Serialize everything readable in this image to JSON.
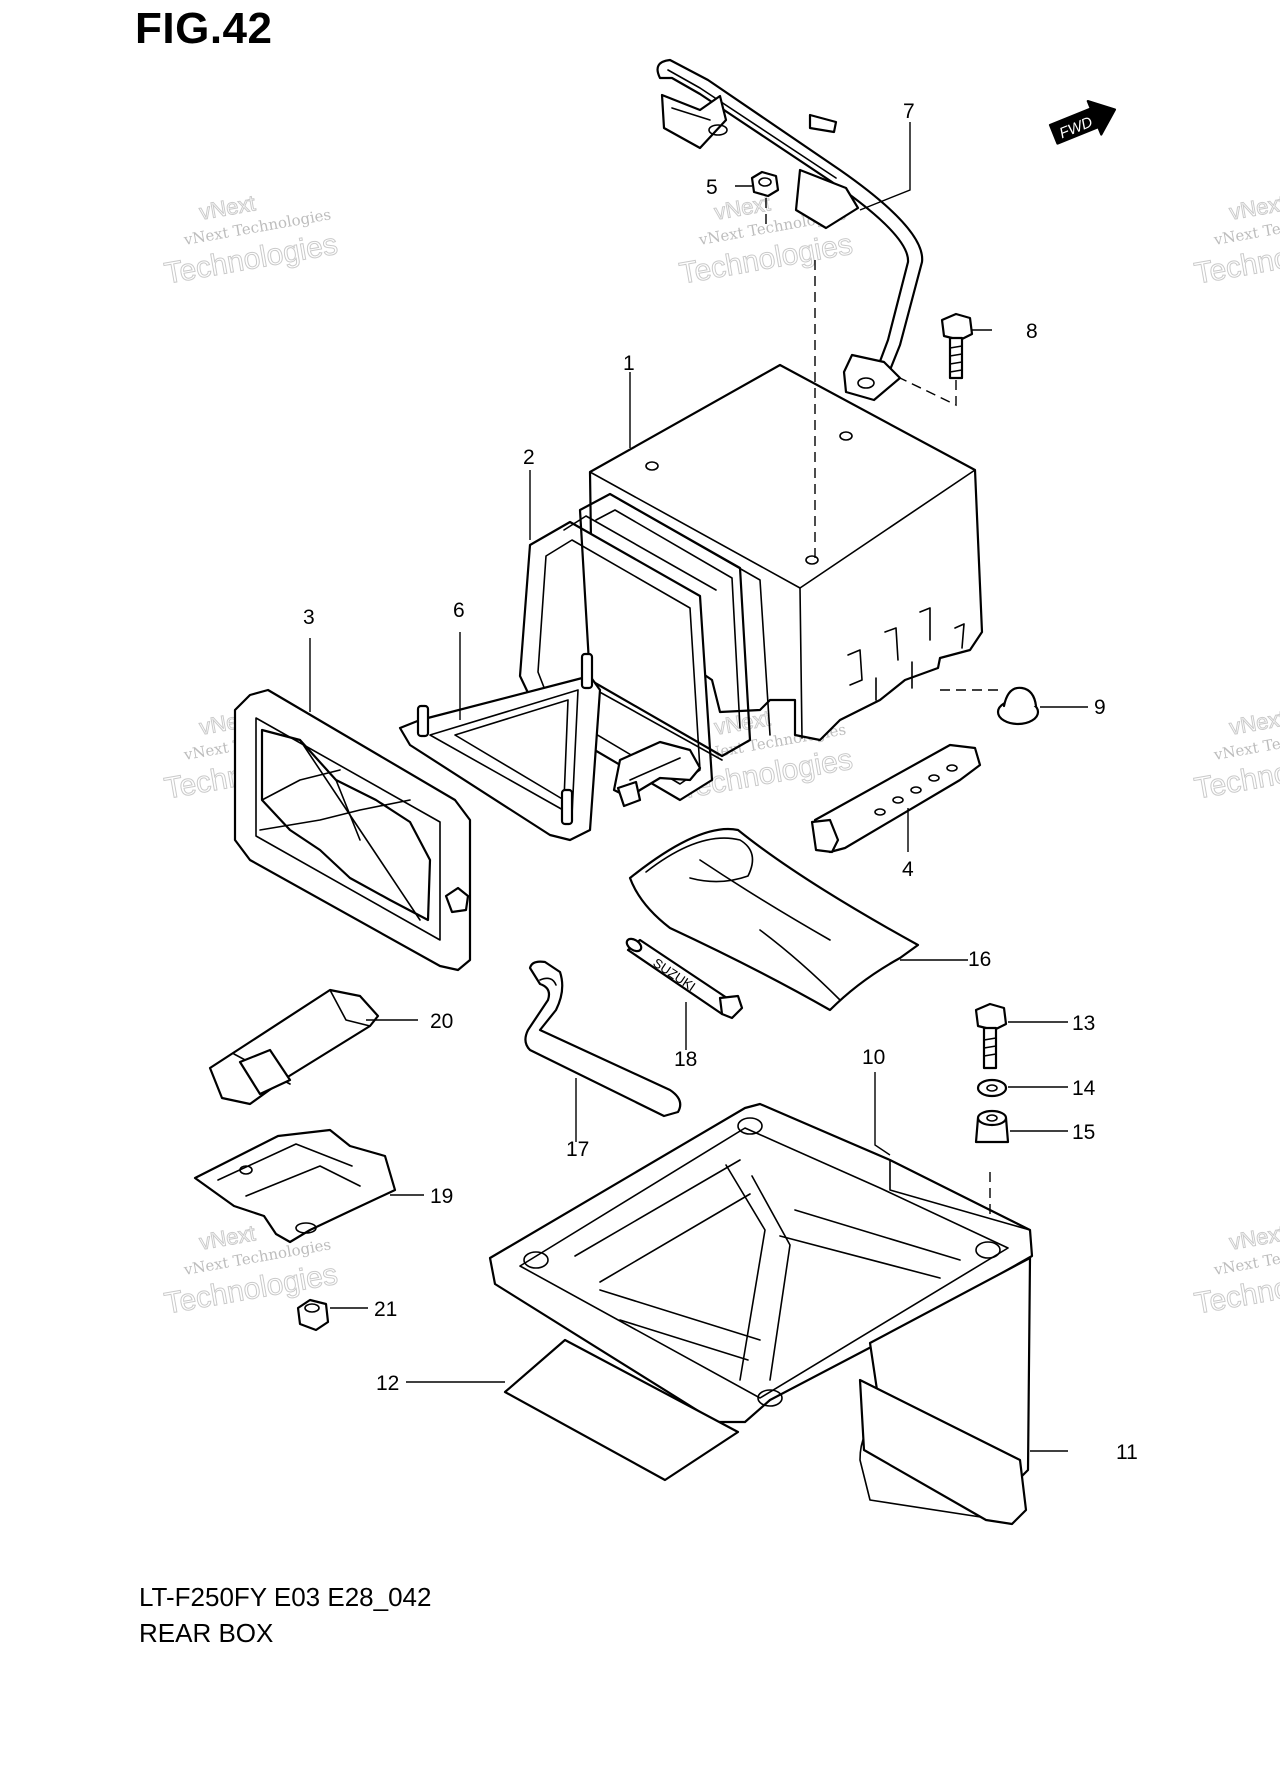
{
  "figure": {
    "title": "FIG.42",
    "model": "LT-F250FY E03 E28_042",
    "name": "REAR BOX"
  },
  "fwd_badge": "FWD",
  "watermark": {
    "line1": "vNext Technologies",
    "line2": "Technologies",
    "line3": "vNext"
  },
  "callouts": [
    {
      "id": "1",
      "label": "1"
    },
    {
      "id": "2",
      "label": "2"
    },
    {
      "id": "3",
      "label": "3"
    },
    {
      "id": "4",
      "label": "4"
    },
    {
      "id": "5",
      "label": "5"
    },
    {
      "id": "6",
      "label": "6"
    },
    {
      "id": "7",
      "label": "7"
    },
    {
      "id": "8",
      "label": "8"
    },
    {
      "id": "9",
      "label": "9"
    },
    {
      "id": "10",
      "label": "10"
    },
    {
      "id": "11",
      "label": "11"
    },
    {
      "id": "12",
      "label": "12"
    },
    {
      "id": "13",
      "label": "13"
    },
    {
      "id": "14",
      "label": "14"
    },
    {
      "id": "15",
      "label": "15"
    },
    {
      "id": "16",
      "label": "16"
    },
    {
      "id": "17",
      "label": "17"
    },
    {
      "id": "18",
      "label": "18"
    },
    {
      "id": "19",
      "label": "19"
    },
    {
      "id": "20",
      "label": "20"
    },
    {
      "id": "21",
      "label": "21"
    }
  ],
  "tool_marking": "SUZUKI"
}
